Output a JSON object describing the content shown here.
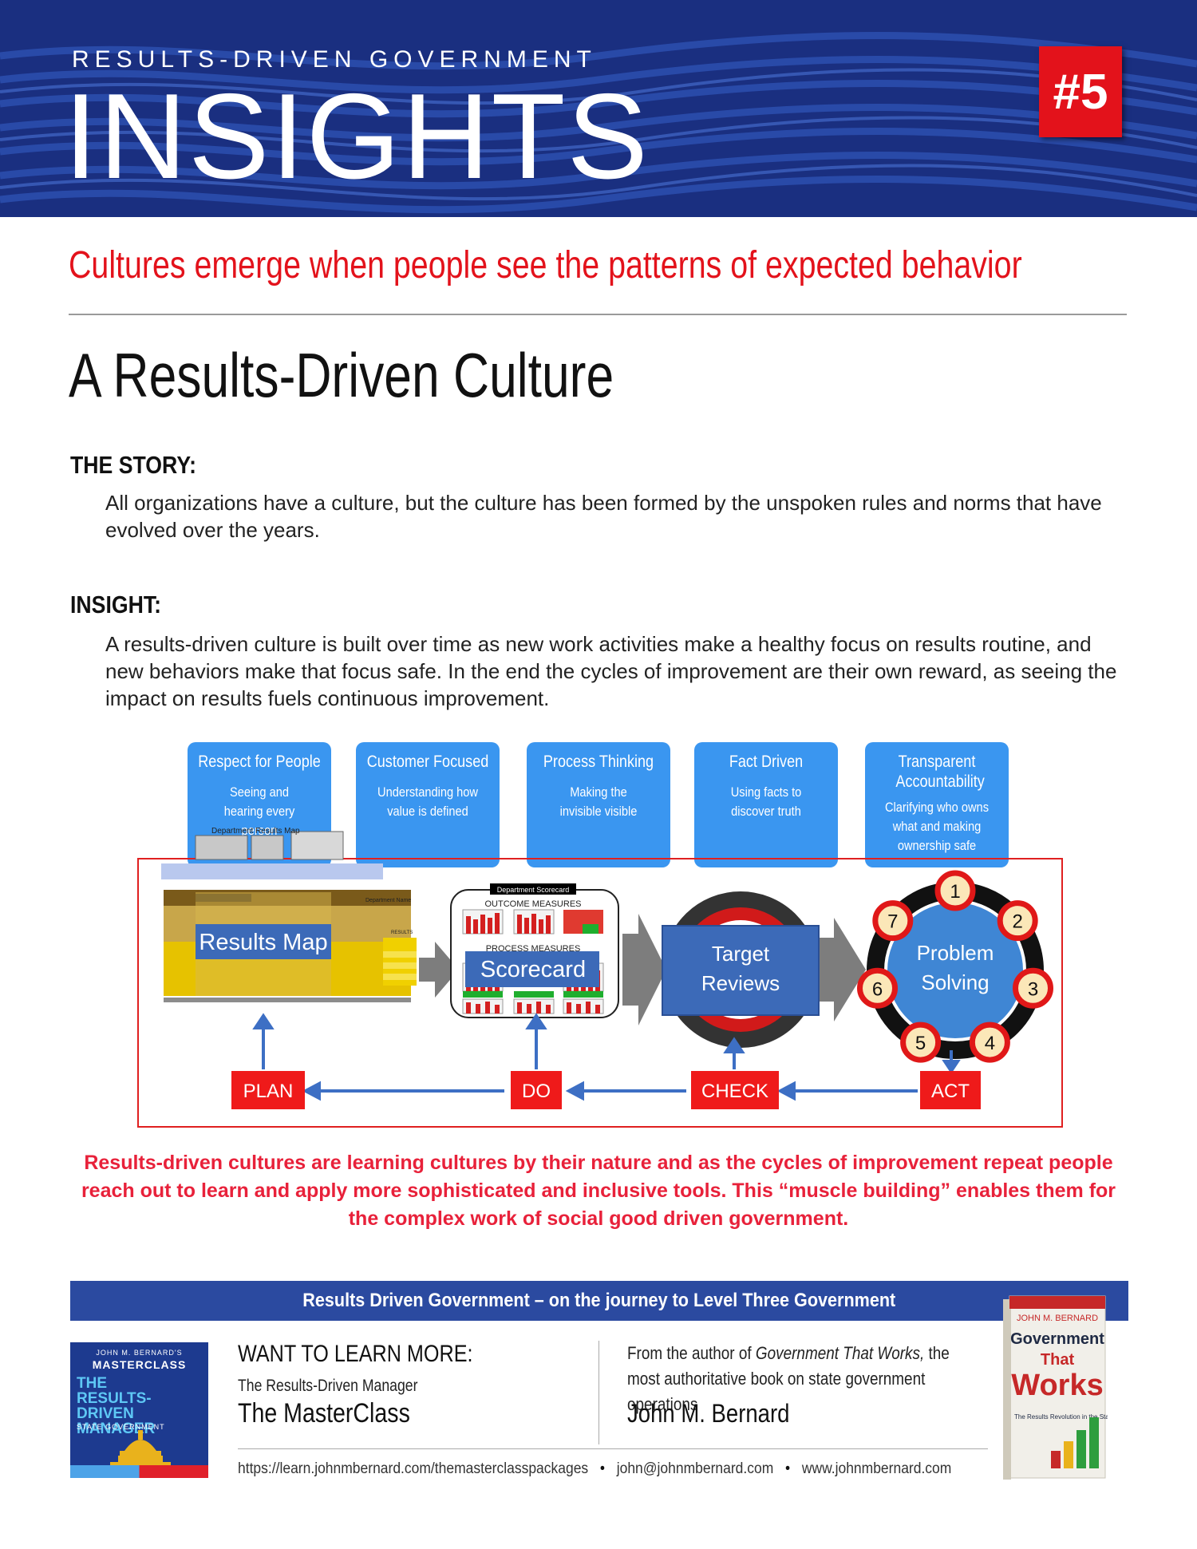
{
  "header": {
    "kicker": "RESULTS-DRIVEN GOVERNMENT",
    "title": "INSIGHTS",
    "badge": "#5",
    "colors": {
      "navy": "#1a2f80",
      "red": "#e3121b"
    }
  },
  "subtitle": "Cultures emerge when people see the patterns of expected behavior",
  "page_title": "A Results-Driven Culture",
  "story": {
    "label": "THE STORY:",
    "body": "All organizations have a culture, but the culture has been formed by the unspoken rules and norms that have evolved over the years."
  },
  "insight": {
    "label": "INSIGHT:",
    "body": "A results-driven culture is built over time as new work activities make a healthy focus on results routine, and new behaviors make that focus safe. In the end the cycles of improvement are their own reward, as seeing the impact on results fuels continuous improvement."
  },
  "values": [
    {
      "title": "Respect  for People",
      "desc": "Seeing and hearing every person"
    },
    {
      "title": "Customer Focused",
      "desc": "Understanding how value is defined"
    },
    {
      "title": "Process Thinking",
      "desc": "Making the invisible visible"
    },
    {
      "title": "Fact Driven",
      "desc": "Using facts to discover truth"
    },
    {
      "title": "Transparent Accountability",
      "desc": "Clarifying who owns what and making ownership safe"
    }
  ],
  "diagram": {
    "results_map": {
      "label": "Results Map",
      "header": "Department Results Map",
      "dept_name": "Department Name",
      "results": "RESULTS"
    },
    "scorecard": {
      "label": "Scorecard",
      "header": "Department Scorecard",
      "outcome": "OUTCOME MEASURES",
      "process": "PROCESS MEASURES"
    },
    "target": {
      "line1": "Target",
      "line2": "Reviews"
    },
    "problem": {
      "line1": "Problem",
      "line2": "Solving",
      "steps": [
        "1",
        "2",
        "3",
        "4",
        "5",
        "6",
        "7"
      ]
    },
    "cycle": [
      "PLAN",
      "DO",
      "CHECK",
      "ACT"
    ]
  },
  "red_note": "Results-driven cultures are learning cultures by their nature and as the cycles of improvement repeat people reach out to learn and apply more sophisticated and inclusive tools. This “muscle building” enables them for the complex work of social good driven government.",
  "footer": {
    "bar": "Results Driven Government – on the journey to Level Three Government",
    "logo": {
      "line1": "JOHN M. BERNARD'S",
      "line2": "MASTERCLASS",
      "line3a": "THE",
      "line3b": "RESULTS-DRIVEN",
      "line3c": "MANAGER",
      "line4": "STATE GOVERNMENT"
    },
    "want": "WANT TO LEARN MORE:",
    "rdm": "The Results-Driven Manager",
    "masterclass": "The MasterClass",
    "author_pre": "From the author of ",
    "author_book": "Government That Works,",
    "author_post": " the most authoritative book on state government operations",
    "author_name": "John M. Bernard",
    "links": [
      "https://learn.johnmbernard.com/themasterclasspackages",
      "john@johnmbernard.com",
      "www.johnmbernard.com"
    ],
    "book": {
      "author": "JOHN M. BERNARD",
      "title1": "Government",
      "title2": "That",
      "title3": "Works",
      "sub": "The Results Revolution in the States"
    }
  }
}
